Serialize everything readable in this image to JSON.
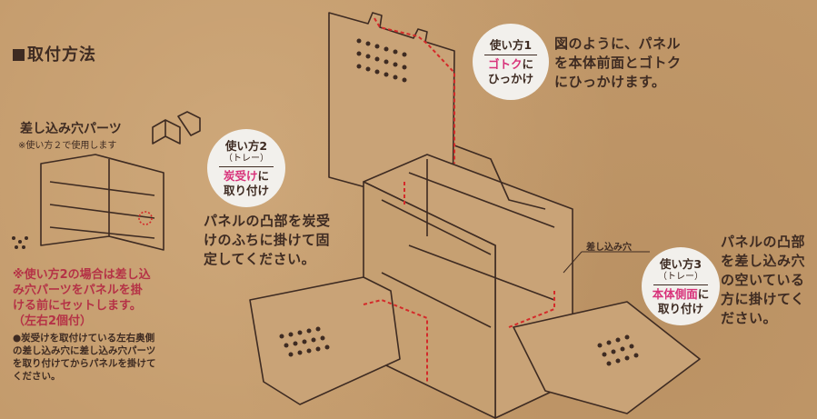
{
  "heading": "取付方法",
  "parts": {
    "title": "差し込み穴パーツ",
    "note": "※使い方２で使用します"
  },
  "red_note": {
    "lines": [
      "※使い方2の場合は差し込",
      "み穴パーツをパネルを掛",
      "ける前にセットします。",
      "（左右2個付）"
    ]
  },
  "black_note": {
    "lines": [
      "●炭受けを取付けている左右奥側",
      "の差し込み穴に差し込み穴パーツ",
      "を取り付けてからパネルを掛けて",
      "ください。"
    ]
  },
  "usage1": {
    "title": "使い方1",
    "highlight": "ゴトク",
    "suffix": "に",
    "line2": "ひっかけ",
    "desc": [
      "図のように、パネル",
      "を本体前面とゴトク",
      "にひっかけます。"
    ]
  },
  "usage2": {
    "title": "使い方2",
    "sub": "（トレー）",
    "highlight": "炭受け",
    "suffix": "に",
    "line2": "取り付け",
    "desc": [
      "パネルの凸部を炭受",
      "けのふちに掛けて固",
      "定してください。"
    ]
  },
  "usage3": {
    "title": "使い方3",
    "sub": "（トレー）",
    "highlight": "本体側面",
    "suffix": "に",
    "line2": "取り付け",
    "desc": [
      "パネルの凸部",
      "を差し込み穴",
      "の空いている",
      "方に掛けてく",
      "ださい。"
    ]
  },
  "slot_label": "差し込み穴",
  "colors": {
    "background": "#c39a6b",
    "text": "#3e2b22",
    "red_note": "#b53246",
    "highlight": "#d8327a",
    "guide_line": "#d42a2a"
  }
}
